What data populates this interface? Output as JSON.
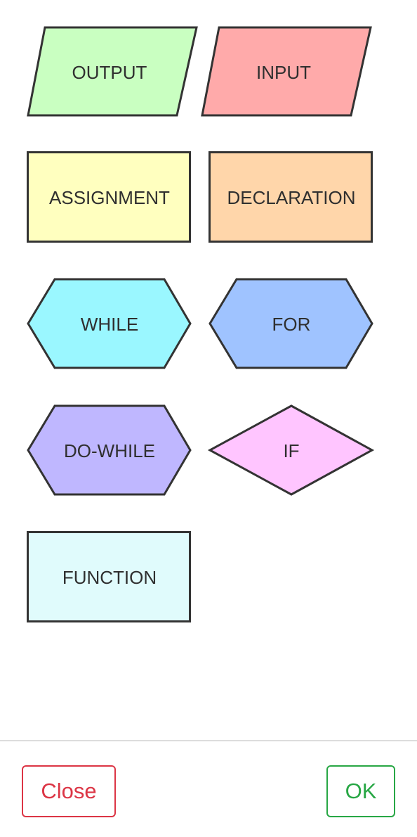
{
  "palette": {
    "shapes": [
      {
        "id": "output",
        "label": "OUTPUT",
        "shape": "parallelogram",
        "fill": "#c9ffc1"
      },
      {
        "id": "input",
        "label": "INPUT",
        "shape": "parallelogram",
        "fill": "#ffaaaa"
      },
      {
        "id": "assignment",
        "label": "ASSIGNMENT",
        "shape": "rectangle",
        "fill": "#ffffbf"
      },
      {
        "id": "declaration",
        "label": "DECLARATION",
        "shape": "rectangle",
        "fill": "#ffd6aa"
      },
      {
        "id": "while",
        "label": "WHILE",
        "shape": "hexagon",
        "fill": "#9af7ff"
      },
      {
        "id": "for",
        "label": "FOR",
        "shape": "hexagon",
        "fill": "#9fc3ff"
      },
      {
        "id": "do-while",
        "label": "DO-WHILE",
        "shape": "hexagon",
        "fill": "#bfb7ff"
      },
      {
        "id": "if",
        "label": "IF",
        "shape": "diamond",
        "fill": "#ffc5ff"
      },
      {
        "id": "function",
        "label": "FUNCTION",
        "shape": "rectangle",
        "fill": "#e0fbfc"
      }
    ]
  },
  "footer": {
    "close_label": "Close",
    "ok_label": "OK"
  },
  "colors": {
    "close": "#dc3545",
    "ok": "#28a745",
    "shape_stroke": "#333333",
    "footer_border": "#dddddd"
  }
}
